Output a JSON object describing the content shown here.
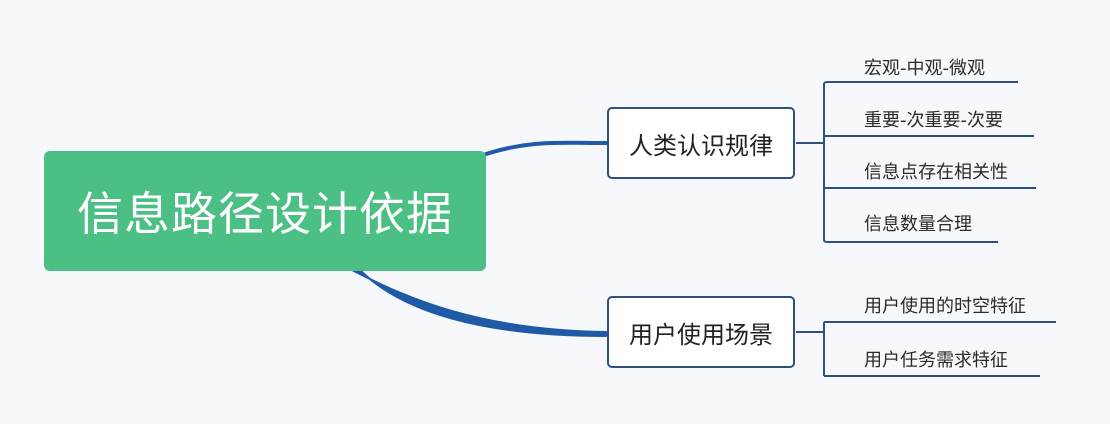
{
  "root": {
    "label": "信息路径设计依据"
  },
  "branches": [
    {
      "label": "人类认识规律",
      "children": [
        {
          "label": "宏观-中观-微观"
        },
        {
          "label": "重要-次重要-次要"
        },
        {
          "label": "信息点存在相关性"
        },
        {
          "label": "信息数量合理"
        }
      ]
    },
    {
      "label": "用户使用场景",
      "children": [
        {
          "label": "用户使用的时空特征"
        },
        {
          "label": "用户任务需求特征"
        }
      ]
    }
  ],
  "colors": {
    "root_fill": "#4cbf85",
    "main_connector": "#1f5aa6",
    "sub_connector": "#2f4f7f",
    "background": "#f6f8fb"
  }
}
